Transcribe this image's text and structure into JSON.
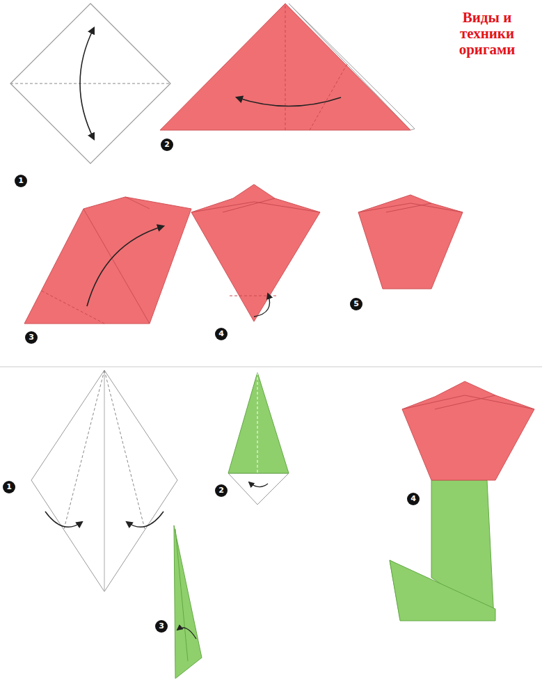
{
  "diagram": {
    "title": "Виды и техники оригами",
    "labels": [
      "1",
      "2",
      "3",
      "4",
      "5",
      "1",
      "2",
      "4",
      "3"
    ]
  }
}
